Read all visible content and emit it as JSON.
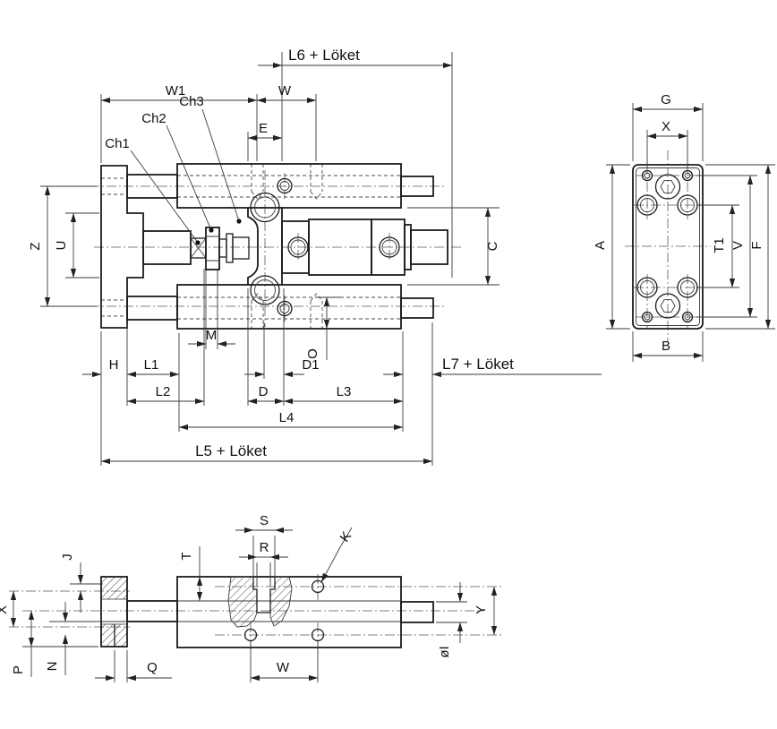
{
  "drawing": {
    "type": "technical dimension drawing",
    "main_view": {
      "callouts": {
        "ch1": "Ch1",
        "ch2": "Ch2",
        "ch3": "Ch3"
      },
      "dims": {
        "w1": "W1",
        "w": "W",
        "e": "E",
        "l6": "L6 + Löket",
        "z": "Z",
        "u": "U",
        "c": "C",
        "m": "M",
        "o": "O",
        "h": "H",
        "l1": "L1",
        "l2": "L2",
        "d": "D",
        "d1": "D1",
        "l3": "L3",
        "l4": "L4",
        "l5": "L5 + Löket",
        "l7": "L7 + Löket"
      }
    },
    "end_view": {
      "dims": {
        "g": "G",
        "x": "X",
        "a": "A",
        "t1": "T1",
        "v": "V",
        "f": "F",
        "b": "B"
      }
    },
    "bottom_view": {
      "dims": {
        "s": "S",
        "r": "R",
        "t": "T",
        "k": "K",
        "j": "J",
        "x": "X",
        "p": "P",
        "n": "N",
        "q": "Q",
        "w": "W",
        "y": "Y",
        "dia_i": "øI"
      }
    }
  }
}
